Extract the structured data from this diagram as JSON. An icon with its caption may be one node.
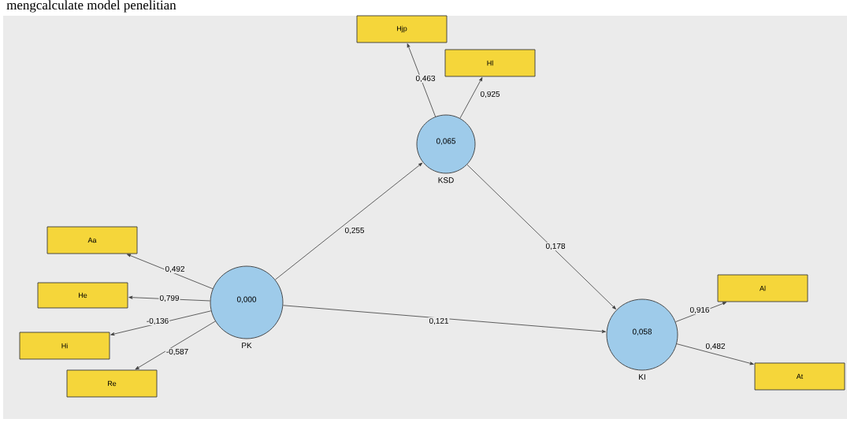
{
  "diagram": {
    "nodes": [
      {
        "text": [
          "Hjp"
        ]
      },
      {
        "text": [
          "Hl"
        ]
      },
      {
        "text": [
          "0,065"
        ],
        "beside": [
          "KSD"
        ]
      },
      {
        "text": [
          "Aa"
        ]
      },
      {
        "text": [
          "He"
        ]
      },
      {
        "text": [
          "0,000"
        ],
        "beside": [
          "PK"
        ]
      },
      {
        "text": [
          "Hi"
        ]
      },
      {
        "text": [
          "Re"
        ]
      },
      {
        "text": [
          "Al"
        ]
      },
      {
        "text": [
          "0,058"
        ],
        "beside": [
          "KI"
        ]
      },
      {
        "text": [
          "At"
        ]
      }
    ],
    "edges": [
      {
        "from": 2,
        "to": 0,
        "arrow": "to",
        "label": "0,463"
      },
      {
        "from": 2,
        "to": 1,
        "arrow": "to",
        "label": "0,925"
      },
      {
        "from": 5,
        "to": 2,
        "arrow": "to",
        "label": "0,255"
      },
      {
        "from": 2,
        "to": 9,
        "arrow": "to",
        "label": "0,178"
      },
      {
        "from": 5,
        "to": 3,
        "arrow": "to",
        "label": "0,492"
      },
      {
        "from": 5,
        "to": 4,
        "arrow": "to",
        "label": "0,799"
      },
      {
        "from": 5,
        "to": 6,
        "arrow": "to",
        "label": "-0,136"
      },
      {
        "from": 5,
        "to": 7,
        "arrow": "to",
        "label": "-0,587"
      },
      {
        "from": 5,
        "to": 9,
        "arrow": "to",
        "label": "0,121"
      },
      {
        "from": 9,
        "to": 8,
        "arrow": "to",
        "label": "0,916"
      },
      {
        "from": 9,
        "to": 10,
        "arrow": "to",
        "label": "0,482"
      }
    ],
    "labels": [
      "mengcalculate model penelitian"
    ]
  }
}
